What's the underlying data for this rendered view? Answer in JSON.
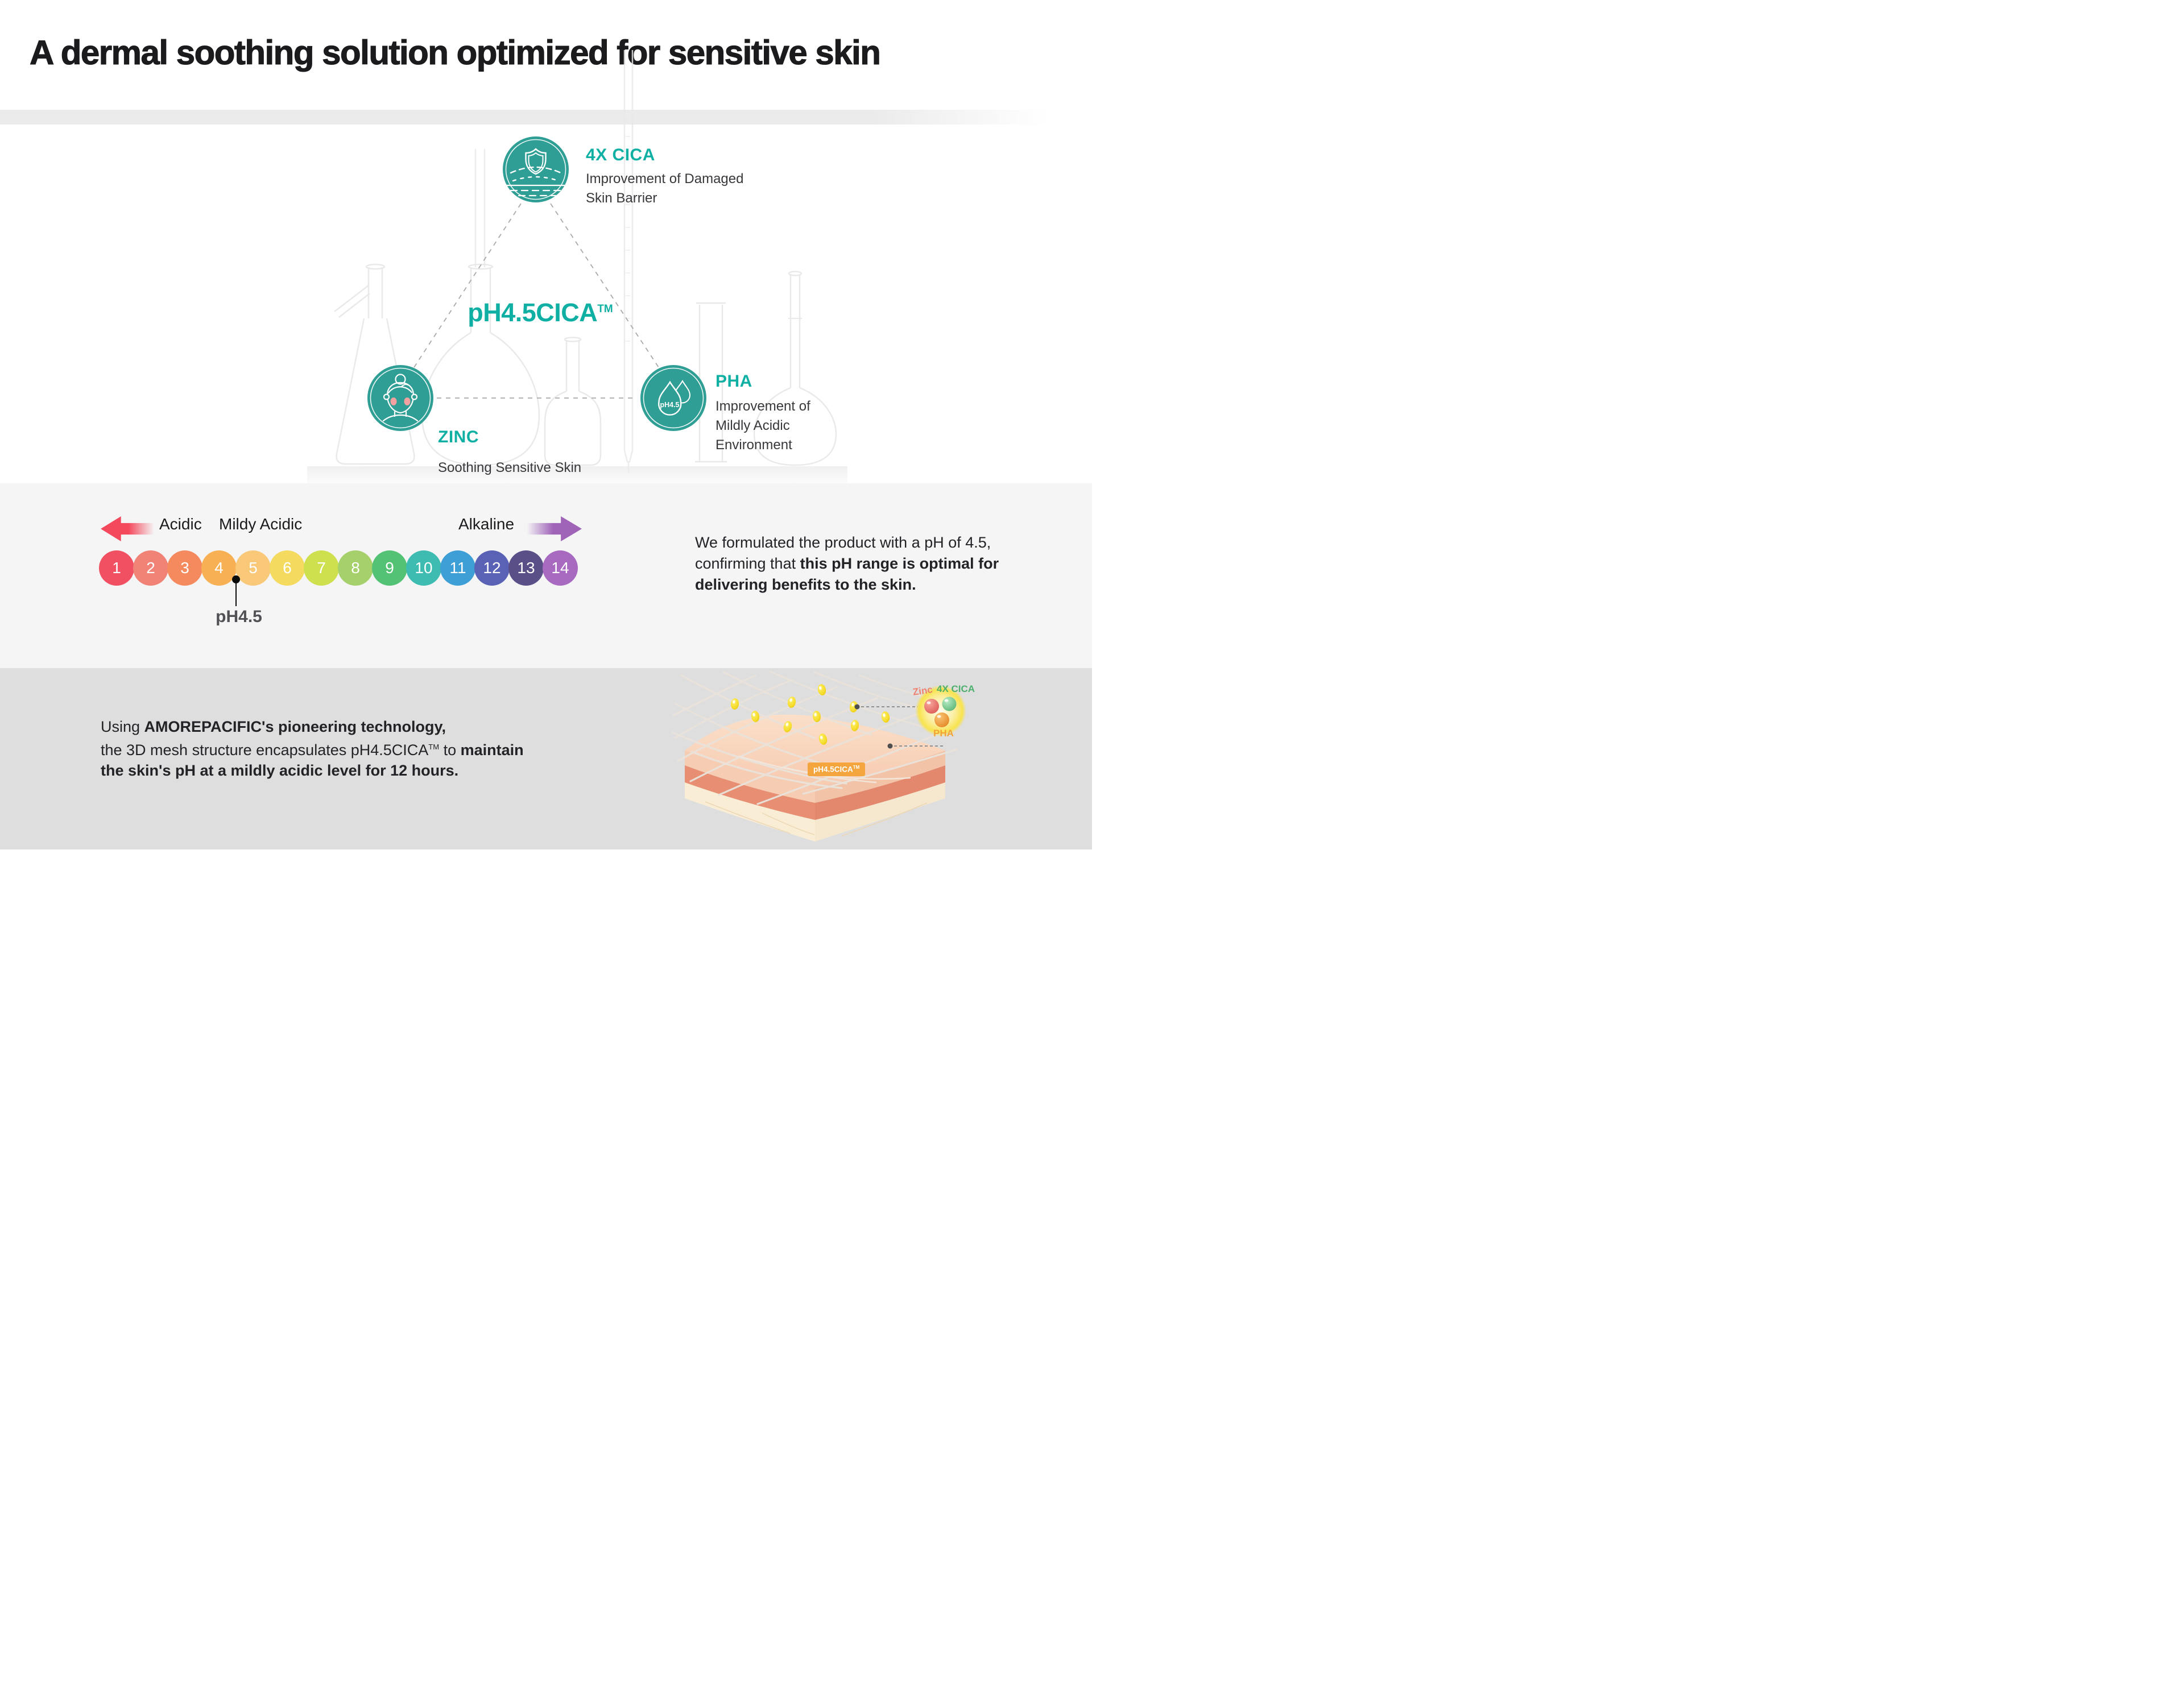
{
  "header": {
    "title": "A dermal soothing solution optimized for sensitive skin"
  },
  "diagram": {
    "center": {
      "label": "pH4.5CICA",
      "tm": "TM"
    },
    "nodes": {
      "cica": {
        "heading": "4X CICA",
        "desc1": "Improvement of Damaged",
        "desc2": "Skin Barrier"
      },
      "zinc": {
        "heading": "ZINC",
        "desc1": "Soothing Sensitive Skin"
      },
      "pha": {
        "heading": "PHA",
        "desc1": "Improvement of",
        "desc2": "Mildly Acidic",
        "desc3": "Environment",
        "icon_label": "pH4.5"
      }
    },
    "colors": {
      "accent": "#0fb0a3",
      "icon_bg": "#2f9e94",
      "cheek": "#f2a0a0"
    }
  },
  "ph_scale": {
    "labels": {
      "acidic": "Acidic",
      "mildly_acidic": "Mildy Acidic",
      "alkaline": "Alkaline"
    },
    "marker": {
      "label": "pH4.5",
      "position_between": [
        4,
        5
      ]
    },
    "arrows": {
      "left_color": "#f4495c",
      "right_color": "#9f63b8"
    },
    "values": [
      {
        "n": "1",
        "color": "#f05061"
      },
      {
        "n": "2",
        "color": "#f08276"
      },
      {
        "n": "3",
        "color": "#f58a5e"
      },
      {
        "n": "4",
        "color": "#f7b053"
      },
      {
        "n": "5",
        "color": "#f9c878"
      },
      {
        "n": "6",
        "color": "#f4da5f"
      },
      {
        "n": "7",
        "color": "#cfe04f"
      },
      {
        "n": "8",
        "color": "#a6d06b"
      },
      {
        "n": "9",
        "color": "#53c274"
      },
      {
        "n": "10",
        "color": "#3fbcb2"
      },
      {
        "n": "11",
        "color": "#3d9fd6"
      },
      {
        "n": "12",
        "color": "#5a62b5"
      },
      {
        "n": "13",
        "color": "#5a4f87"
      },
      {
        "n": "14",
        "color": "#a76ac0"
      }
    ]
  },
  "ph_copy": {
    "l1": "We formulated the product with a pH of 4.5,",
    "l2a": "confirming that ",
    "l2b": "this pH range is optimal for",
    "l3b": "delivering benefits to the skin."
  },
  "tech_copy": {
    "l1a": "Using ",
    "l1b": "AMOREPACIFIC's pioneering technology,",
    "l2a": "the 3D mesh structure encapsulates pH4.5CICA",
    "l2tm": "TM",
    "l2c": " to ",
    "l2d": "maintain",
    "l3b": "the skin's pH at a mildly acidic level for 12 hours."
  },
  "illustration": {
    "labels": {
      "zinc": "Zinc",
      "cica": "4X CICA",
      "pha": "PHA"
    },
    "badge": {
      "label": "pH4.5CICA",
      "tm": "TM"
    },
    "colors": {
      "zinc_ball": "#e4635c",
      "cica_ball": "#63c284",
      "pha_ball": "#ef9126",
      "badge_bg": "#f4a53e",
      "zinc_label": "#ee8170",
      "cica_label": "#4db06c",
      "pha_label": "#f3a238"
    }
  }
}
